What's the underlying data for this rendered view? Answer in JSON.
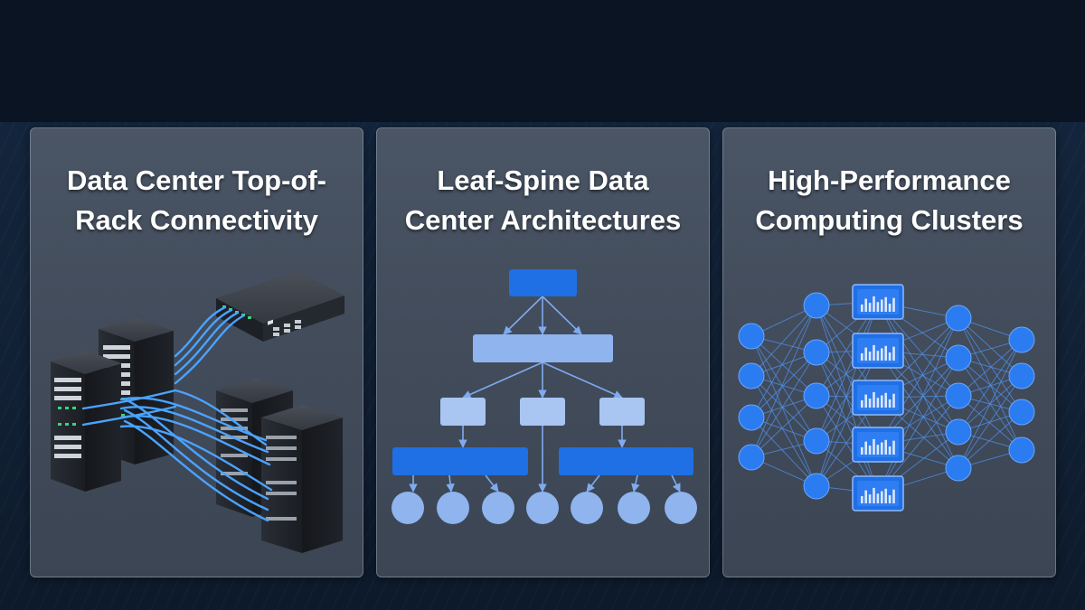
{
  "cards": [
    {
      "id": "tor",
      "title_line1": "Data Center Top-of-",
      "title_line2": "Rack Connectivity",
      "illustration": "server-racks-cabling-icon"
    },
    {
      "id": "leaf-spine",
      "title_line1": "Leaf-Spine Data",
      "title_line2": "Center Architectures",
      "illustration": "tree-topology-icon"
    },
    {
      "id": "hpc",
      "title_line1": "High-Performance",
      "title_line2": "Computing Clusters",
      "illustration": "neural-network-cluster-icon"
    }
  ],
  "colors": {
    "accent_blue": "#1f6fe5",
    "light_blue": "#8fb4ee",
    "node_blue": "#2b7cf0",
    "cable_blue": "#4aa3ff",
    "port_green": "#37d67a",
    "card_border": "#a0afc3",
    "title_text": "#ffffff"
  }
}
